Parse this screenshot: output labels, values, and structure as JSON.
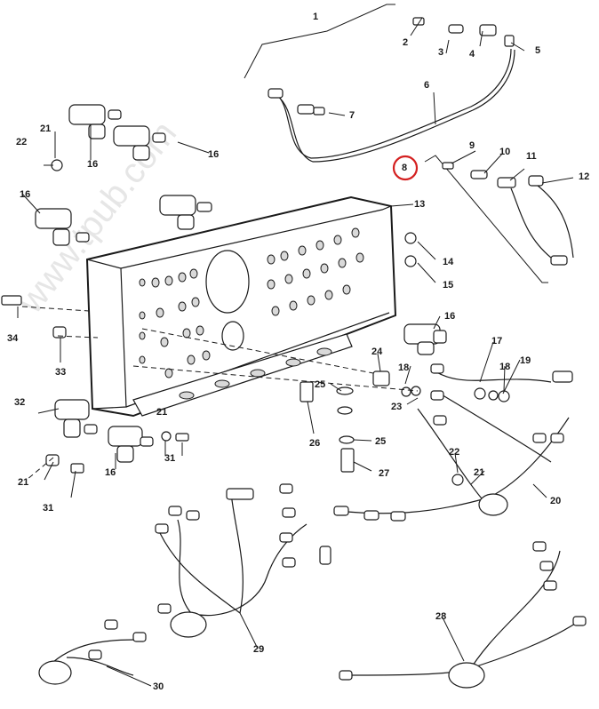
{
  "watermark": "www.tpub.com",
  "highlight_callout": "8",
  "callouts": [
    {
      "id": "c1",
      "text": "1"
    },
    {
      "id": "c2",
      "text": "2"
    },
    {
      "id": "c3",
      "text": "3"
    },
    {
      "id": "c4",
      "text": "4"
    },
    {
      "id": "c5",
      "text": "5"
    },
    {
      "id": "c6",
      "text": "6"
    },
    {
      "id": "c7",
      "text": "7"
    },
    {
      "id": "c8",
      "text": "8"
    },
    {
      "id": "c9",
      "text": "9"
    },
    {
      "id": "c10",
      "text": "10"
    },
    {
      "id": "c11",
      "text": "11"
    },
    {
      "id": "c12",
      "text": "12"
    },
    {
      "id": "c13",
      "text": "13"
    },
    {
      "id": "c14",
      "text": "14"
    },
    {
      "id": "c15",
      "text": "15"
    },
    {
      "id": "c16a",
      "text": "16"
    },
    {
      "id": "c16b",
      "text": "16"
    },
    {
      "id": "c16c",
      "text": "16"
    },
    {
      "id": "c16d",
      "text": "16"
    },
    {
      "id": "c16e",
      "text": "16"
    },
    {
      "id": "c17",
      "text": "17"
    },
    {
      "id": "c18a",
      "text": "18"
    },
    {
      "id": "c18b",
      "text": "18"
    },
    {
      "id": "c19",
      "text": "19"
    },
    {
      "id": "c20",
      "text": "20"
    },
    {
      "id": "c21a",
      "text": "21"
    },
    {
      "id": "c21b",
      "text": "21"
    },
    {
      "id": "c21c",
      "text": "21"
    },
    {
      "id": "c21d",
      "text": "21"
    },
    {
      "id": "c22a",
      "text": "22"
    },
    {
      "id": "c22b",
      "text": "22"
    },
    {
      "id": "c23",
      "text": "23"
    },
    {
      "id": "c24",
      "text": "24"
    },
    {
      "id": "c25a",
      "text": "25"
    },
    {
      "id": "c25b",
      "text": "25"
    },
    {
      "id": "c26",
      "text": "26"
    },
    {
      "id": "c27",
      "text": "27"
    },
    {
      "id": "c28",
      "text": "28"
    },
    {
      "id": "c29",
      "text": "29"
    },
    {
      "id": "c30",
      "text": "30"
    },
    {
      "id": "c31a",
      "text": "31"
    },
    {
      "id": "c31b",
      "text": "31"
    },
    {
      "id": "c32",
      "text": "32"
    },
    {
      "id": "c33",
      "text": "33"
    },
    {
      "id": "c34",
      "text": "34"
    }
  ]
}
